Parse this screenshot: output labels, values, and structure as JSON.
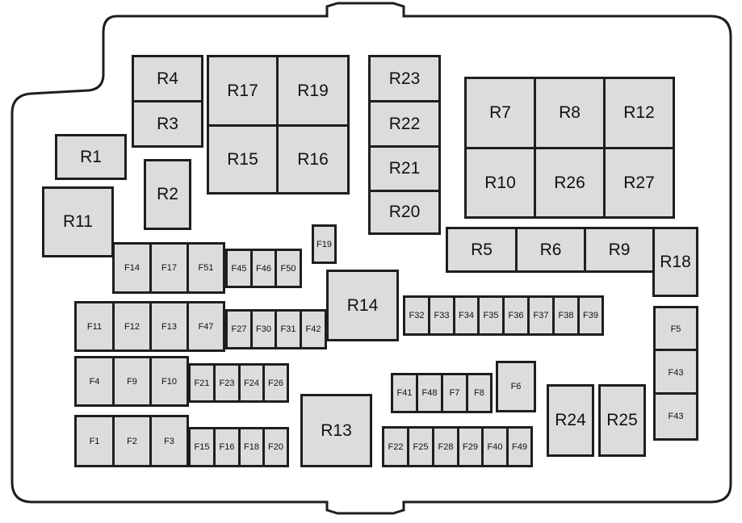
{
  "title": "Fuse box diagram",
  "colors": {
    "slot_fill": "#dcdcdc",
    "border": "#1e1e1e"
  },
  "relays": [
    "R4",
    "R3",
    "R17",
    "R19",
    "R15",
    "R16",
    "R23",
    "R22",
    "R21",
    "R20",
    "R7",
    "R8",
    "R12",
    "R10",
    "R26",
    "R27",
    "R1",
    "R2",
    "R11",
    "R5",
    "R6",
    "R9",
    "R18",
    "R14",
    "R13",
    "R24",
    "R25"
  ],
  "fuses": [
    "F19",
    "F14",
    "F17",
    "F51",
    "F45",
    "F46",
    "F50",
    "F11",
    "F12",
    "F13",
    "F47",
    "F27",
    "F30",
    "F31",
    "F42",
    "F32",
    "F33",
    "F34",
    "F35",
    "F36",
    "F37",
    "F38",
    "F39",
    "F4",
    "F9",
    "F10",
    "F21",
    "F23",
    "F24",
    "F26",
    "F1",
    "F2",
    "F3",
    "F15",
    "F16",
    "F18",
    "F20",
    "F41",
    "F48",
    "F7",
    "F8",
    "F6",
    "F22",
    "F25",
    "F28",
    "F29",
    "F40",
    "F49",
    "F5",
    "F43",
    "F43"
  ]
}
